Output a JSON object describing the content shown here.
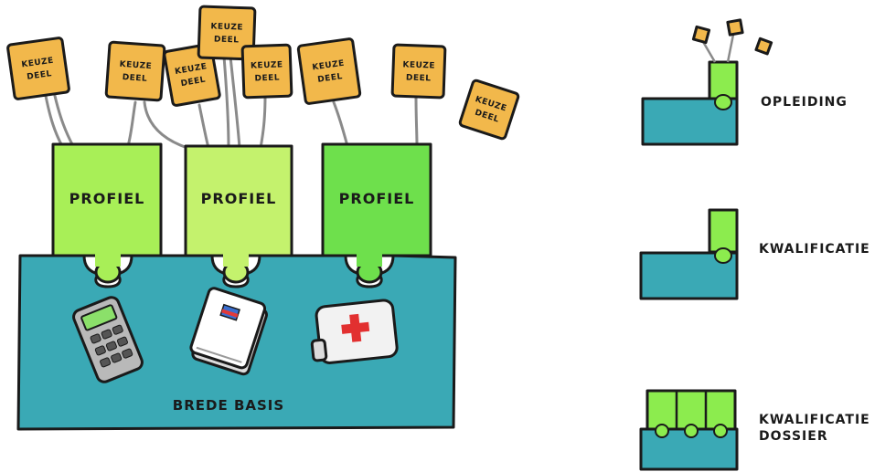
{
  "colors": {
    "base": "#3aa9b5",
    "profiel_1": "#a8ef57",
    "profiel_2": "#c4f26d",
    "profiel_3": "#6ee04c",
    "keuzedeel": "#f2b84b",
    "outline": "#1a1a1a"
  },
  "keuzedeel": {
    "line1": "KEUZE",
    "line2": "DEEL"
  },
  "profiel_label": "PROFIEL",
  "base_label": "BREDE BASIS",
  "icons": [
    "calculator-icon",
    "book-icon",
    "first-aid-kit-icon"
  ],
  "legend": {
    "opleiding": "OPLEIDING",
    "kwalificatie": "KWALIFICATIE",
    "kwalificatiedossier_line1": "KWALIFICATIE",
    "kwalificatiedossier_line2": "DOSSIER"
  }
}
